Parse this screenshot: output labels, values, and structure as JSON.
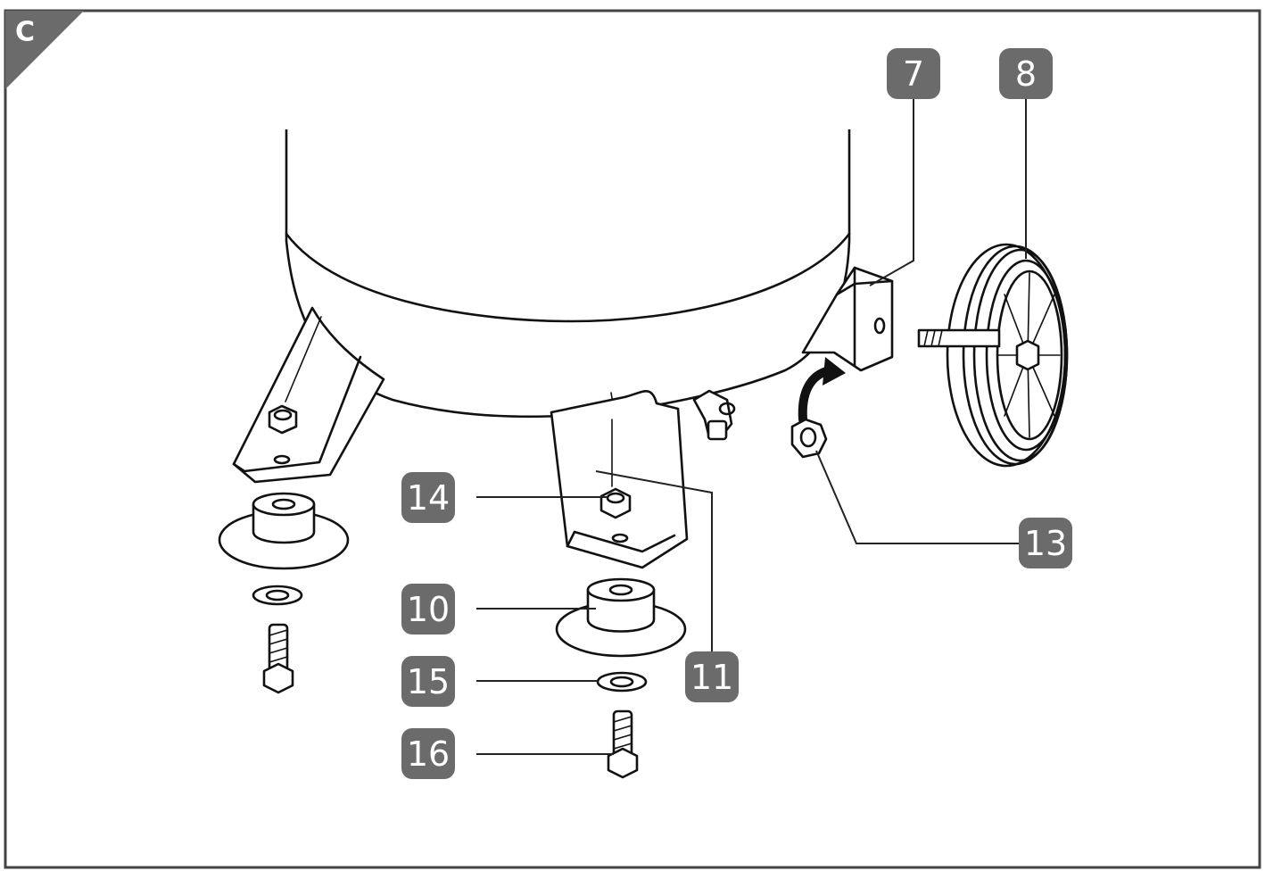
{
  "figure": {
    "panel_letter": "C",
    "callouts": {
      "wheel_bracket": "7",
      "wheel": "8",
      "rubber_foot": "10",
      "tank_foot": "11",
      "wheel_nut": "13",
      "foot_nut": "14",
      "washer": "15",
      "bolt": "16"
    },
    "colors": {
      "badge": "#6b6b6b",
      "line": "#111111",
      "frame": "#444444"
    }
  }
}
